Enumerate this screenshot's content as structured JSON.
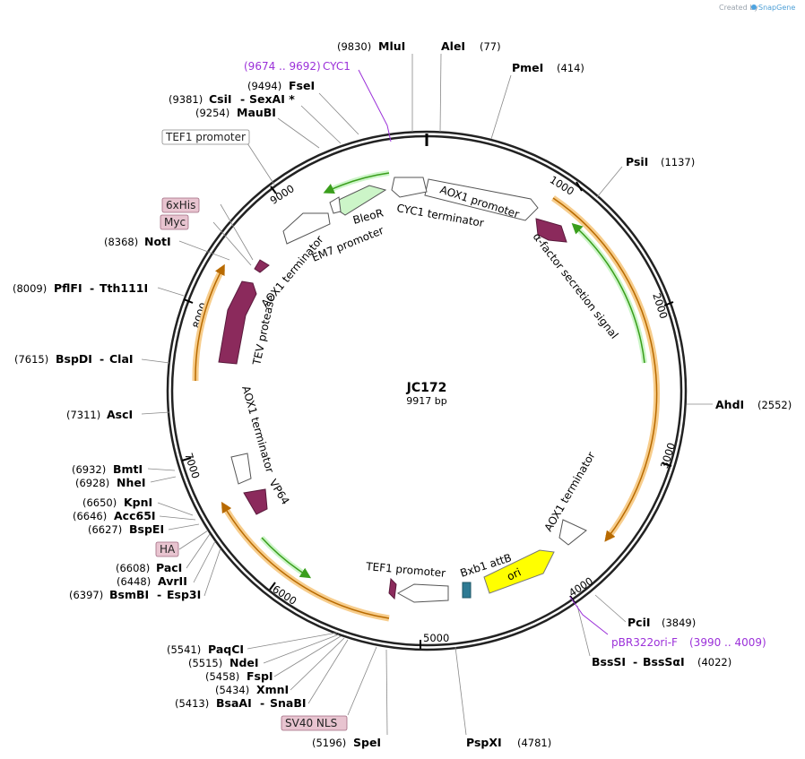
{
  "header": {
    "created_by": "Created by",
    "brand": "SnapGene"
  },
  "plasmid": {
    "name": "JC172",
    "length_label": "9917 bp"
  },
  "enzymes": [
    {
      "pos": "(9830)",
      "name": "MluI"
    },
    {
      "pos": "(77)",
      "name": "AleI"
    },
    {
      "pos": "(414)",
      "name": "PmeI"
    },
    {
      "pos": "(9494)",
      "name": "FseI"
    },
    {
      "pos": "(9381)",
      "name": "CsiI",
      "name2": "SexAI *"
    },
    {
      "pos": "(9254)",
      "name": "MauBI"
    },
    {
      "pos": "(1137)",
      "name": "PsiI"
    },
    {
      "pos": "(8368)",
      "name": "NotI"
    },
    {
      "pos": "(8009)",
      "name": "PflFI",
      "name2": "Tth111I"
    },
    {
      "pos": "(7615)",
      "name": "BspDI",
      "name2": "ClaI"
    },
    {
      "pos": "(7311)",
      "name": "AscI"
    },
    {
      "pos": "(2552)",
      "name": "AhdI"
    },
    {
      "pos": "(6932)",
      "name": "BmtI"
    },
    {
      "pos": "(6928)",
      "name": "NheI"
    },
    {
      "pos": "(6650)",
      "name": "KpnI"
    },
    {
      "pos": "(6646)",
      "name": "Acc65I"
    },
    {
      "pos": "(6627)",
      "name": "BspEI"
    },
    {
      "pos": "(6608)",
      "name": "PacI"
    },
    {
      "pos": "(6448)",
      "name": "AvrII"
    },
    {
      "pos": "(6397)",
      "name": "BsmBI",
      "name2": "Esp3I"
    },
    {
      "pos": "(3849)",
      "name": "PciI"
    },
    {
      "pos": "(4022)",
      "name": "BssSI",
      "name2": "BssSαI"
    },
    {
      "pos": "(5541)",
      "name": "PaqCI"
    },
    {
      "pos": "(5515)",
      "name": "NdeI"
    },
    {
      "pos": "(5458)",
      "name": "FspI"
    },
    {
      "pos": "(5434)",
      "name": "XmnI"
    },
    {
      "pos": "(5413)",
      "name": "BsaAI",
      "name2": "SnaBI"
    },
    {
      "pos": "(5196)",
      "name": "SpeI"
    },
    {
      "pos": "(4781)",
      "name": "PspXI"
    }
  ],
  "primers": [
    {
      "range": "(9674 .. 9692)",
      "name": "CYC1"
    },
    {
      "range": "(3990 .. 4009)",
      "name": "pBR322ori-F"
    }
  ],
  "tags": [
    "TEF1 promoter",
    "6xHis",
    "Myc",
    "HA",
    "SV40 NLS"
  ],
  "features": {
    "aox1_promoter": "AOX1 promoter",
    "cyc1_terminator": "CYC1 terminator",
    "bleor": "BleoR",
    "em7_promoter": "EM7 promoter",
    "alpha_factor": "α-factor secretion signal",
    "aox1_terminator_upper": "AOX1 terminator",
    "tev_protease": "TEV protease",
    "aox1_terminator_left": "AOX1 terminator",
    "vp64": "VP64",
    "tef1_promoter": "TEF1 promoter",
    "bxb1_attb": "Bxb1 attB",
    "ori": "ori",
    "aox1_terminator_right": "AOX1 terminator"
  },
  "ticks": [
    "1000",
    "2000",
    "3000",
    "4000",
    "5000",
    "6000",
    "7000",
    "8000",
    "9000"
  ],
  "colors": {
    "backbone": "#222222",
    "cds": "#8b2a5c",
    "promoter_terminator": "#ffffff",
    "bleor": "#ccf5c8",
    "ori": "#ffff00",
    "attb": "#2e7a93",
    "orange_highlight": "#f7cd8c",
    "primer": "#9b30d9",
    "tag_fill": "#e8c4d0",
    "green_arc": "#3a9e1c"
  }
}
